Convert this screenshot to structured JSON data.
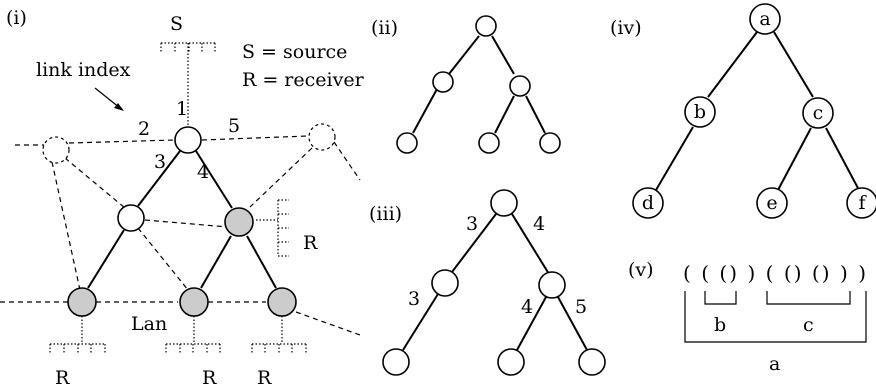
{
  "panels": {
    "i": {
      "label": "(i)"
    },
    "ii": {
      "label": "(ii)"
    },
    "iii": {
      "label": "(iii)"
    },
    "iv": {
      "label": "(iv)"
    },
    "v": {
      "label": "(v)"
    }
  },
  "network": {
    "source_label": "S",
    "legend_source": "S = source",
    "legend_receiver": "R = receiver",
    "link_index_label": "link index",
    "link_numbers": [
      "1",
      "2",
      "3",
      "4",
      "5"
    ],
    "receiver_label": "R",
    "lan_label": "Lan"
  },
  "tree_iii": {
    "link_labels": [
      "3",
      "4",
      "3",
      "4",
      "5"
    ]
  },
  "tree_iv": {
    "node_labels": [
      "a",
      "b",
      "c",
      "d",
      "e",
      "f"
    ]
  },
  "bracket_v": {
    "parens": "( ( () ) ( () () ) )",
    "labels": [
      "b",
      "c",
      "a"
    ]
  }
}
